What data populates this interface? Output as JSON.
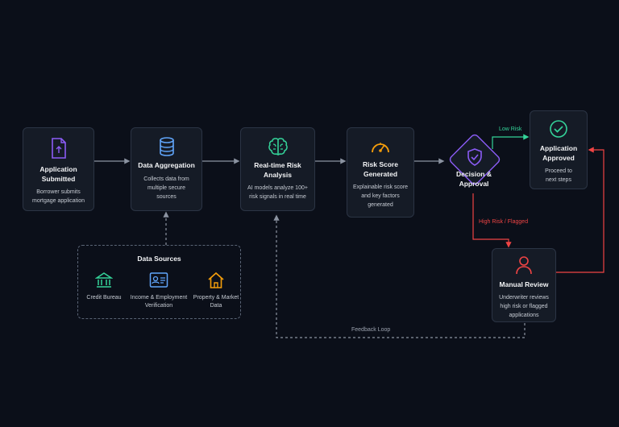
{
  "colors": {
    "accent_purple": "#8b5cf6",
    "accent_blue": "#60a5fa",
    "accent_green": "#34d399",
    "accent_orange": "#f59e0b",
    "accent_red": "#ef4444",
    "edge": "#8b93a1"
  },
  "nodes": {
    "submitted": {
      "icon": "document-upload-icon",
      "title_lines": [
        "Application",
        "Submitted"
      ],
      "desc_lines": [
        "Borrower submits",
        "mortgage application"
      ]
    },
    "aggregation": {
      "icon": "database-icon",
      "title_lines": [
        "Data Aggregation"
      ],
      "desc_lines": [
        "Collects data from",
        "multiple secure",
        "sources"
      ]
    },
    "analysis": {
      "icon": "brain-icon",
      "title_lines": [
        "Real-time Risk",
        "Analysis"
      ],
      "desc_lines": [
        "AI models analyze 100+",
        "risk signals in real time"
      ]
    },
    "score": {
      "icon": "gauge-icon",
      "title_lines": [
        "Risk Score",
        "Generated"
      ],
      "desc_lines": [
        "Explainable risk score",
        "and key factors",
        "generated"
      ]
    },
    "decision": {
      "icon": "shield-check-icon",
      "title_lines": [
        "Decision &",
        "Approval"
      ]
    },
    "approved": {
      "icon": "check-circle-icon",
      "title_lines": [
        "Application",
        "Approved"
      ],
      "desc_lines": [
        "Proceed to",
        "next steps"
      ]
    },
    "review": {
      "icon": "user-icon",
      "title_lines": [
        "Manual Review"
      ],
      "desc_lines": [
        "Underwriter reviews",
        "high risk or flagged",
        "applications"
      ]
    }
  },
  "data_sources": {
    "title": "Data Sources",
    "items": [
      {
        "icon": "bank-icon",
        "label_lines": [
          "Credit Bureau"
        ]
      },
      {
        "icon": "id-card-icon",
        "label_lines": [
          "Income & Employment",
          "Verification"
        ]
      },
      {
        "icon": "house-icon",
        "label_lines": [
          "Property & Market",
          "Data"
        ]
      }
    ]
  },
  "edge_labels": {
    "low_risk": "Low Risk",
    "high_risk": "High Risk / Flagged",
    "feedback": "Feedback Loop"
  }
}
